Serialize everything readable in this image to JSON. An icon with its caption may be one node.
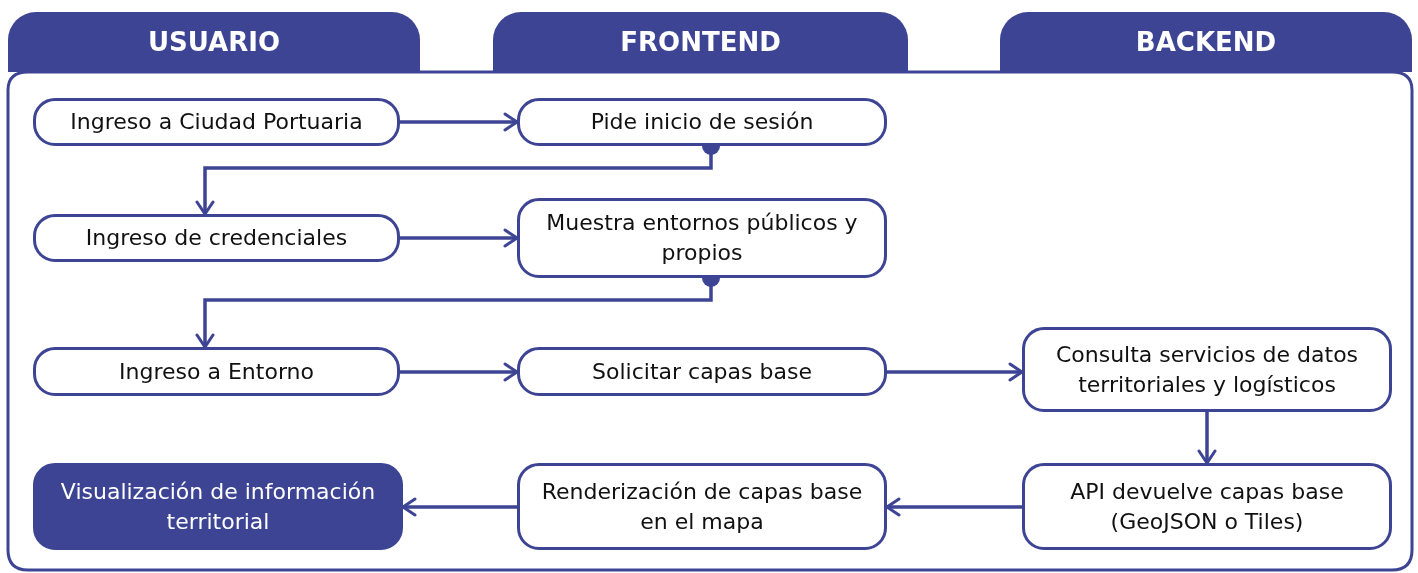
{
  "diagram": {
    "nodes": [
      {
        "text": [
          "USUARIO"
        ]
      },
      {
        "text": [
          "FRONTEND"
        ]
      },
      {
        "text": [
          "BACKEND"
        ]
      },
      {
        "text": [
          "Ingreso a Ciudad Portuaria"
        ]
      },
      {
        "text": [
          "Pide inicio de sesión"
        ]
      },
      {
        "text": [
          "Ingreso de credenciales"
        ]
      },
      {
        "text": [
          "Muestra entornos públicos y propios"
        ]
      },
      {
        "text": [
          "Ingreso a Entorno"
        ]
      },
      {
        "text": [
          "Solicitar capas base"
        ]
      },
      {
        "text": [
          "Consulta servicios de datos territoriales y logísticos"
        ]
      },
      {
        "text": [
          "Visualización de información territorial"
        ]
      },
      {
        "text": [
          "Renderización de capas base en el mapa"
        ]
      },
      {
        "text": [
          "API devuelve capas base (GeoJSON o Tiles)"
        ]
      }
    ],
    "edges": [
      {
        "from": 3,
        "to": 4,
        "arrow": "to"
      },
      {
        "from": 4,
        "to": 5,
        "arrow": "to"
      },
      {
        "from": 5,
        "to": 6,
        "arrow": "to"
      },
      {
        "from": 6,
        "to": 7,
        "arrow": "to"
      },
      {
        "from": 7,
        "to": 8,
        "arrow": "to"
      },
      {
        "from": 8,
        "to": 9,
        "arrow": "to"
      },
      {
        "from": 9,
        "to": 12,
        "arrow": "to"
      },
      {
        "from": 12,
        "to": 11,
        "arrow": "to"
      },
      {
        "from": 11,
        "to": 10,
        "arrow": "to"
      }
    ]
  }
}
